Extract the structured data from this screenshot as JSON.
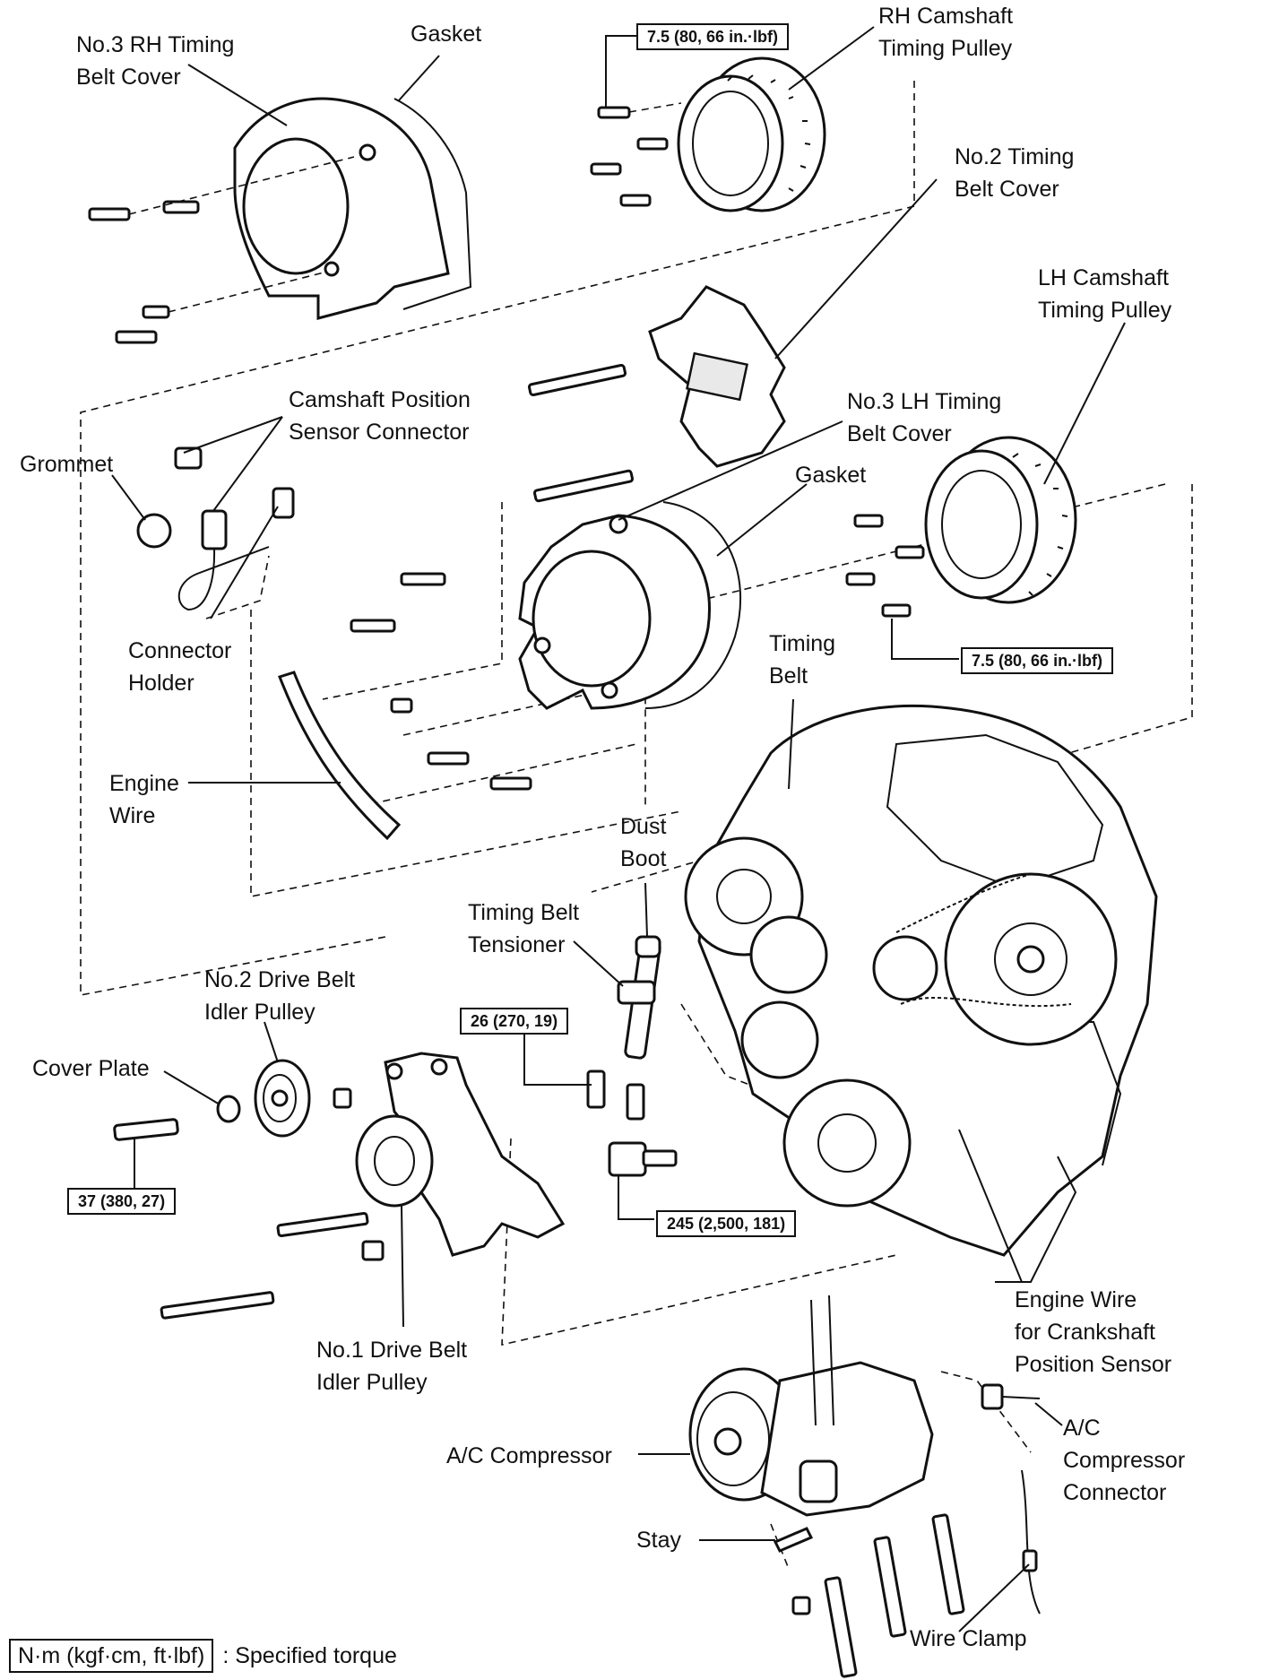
{
  "labels": {
    "no3_rh_cover": "No.3 RH Timing\nBelt Cover",
    "gasket_top": "Gasket",
    "rh_camshaft_pulley": "RH Camshaft\nTiming Pulley",
    "no2_timing_cover": "No.2 Timing\nBelt Cover",
    "lh_camshaft_pulley": "LH Camshaft\nTiming Pulley",
    "cam_position_connector": "Camshaft Position\nSensor Connector",
    "grommet": "Grommet",
    "no3_lh_cover": "No.3 LH Timing\nBelt Cover",
    "gasket_mid": "Gasket",
    "connector_holder": "Connector\nHolder",
    "timing_belt": "Timing\nBelt",
    "engine_wire": "Engine\nWire",
    "dust_boot": "Dust\nBoot",
    "timing_belt_tensioner": "Timing Belt\nTensioner",
    "no2_idler": "No.2 Drive Belt\nIdler Pulley",
    "cover_plate": "Cover Plate",
    "no1_idler": "No.1 Drive Belt\nIdler Pulley",
    "engine_wire_crank": "Engine Wire\nfor Crankshaft\nPosition Sensor",
    "ac_connector": "A/C\nCompressor\nConnector",
    "ac_compressor": "A/C Compressor",
    "stay": "Stay",
    "wire_clamp": "Wire Clamp"
  },
  "torques": {
    "rh_pulley_bolt": "7.5 (80, 66 in.·lbf)",
    "lh_pulley_bolt": "7.5 (80, 66 in.·lbf)",
    "tensioner_bolt": "26 (270, 19)",
    "idler_bolt": "37 (380, 27)",
    "crank_bolt": "245 (2,500, 181)"
  },
  "legend": {
    "unit_box": "N·m (kgf·cm, ft·lbf)",
    "description": ": Specified torque"
  }
}
